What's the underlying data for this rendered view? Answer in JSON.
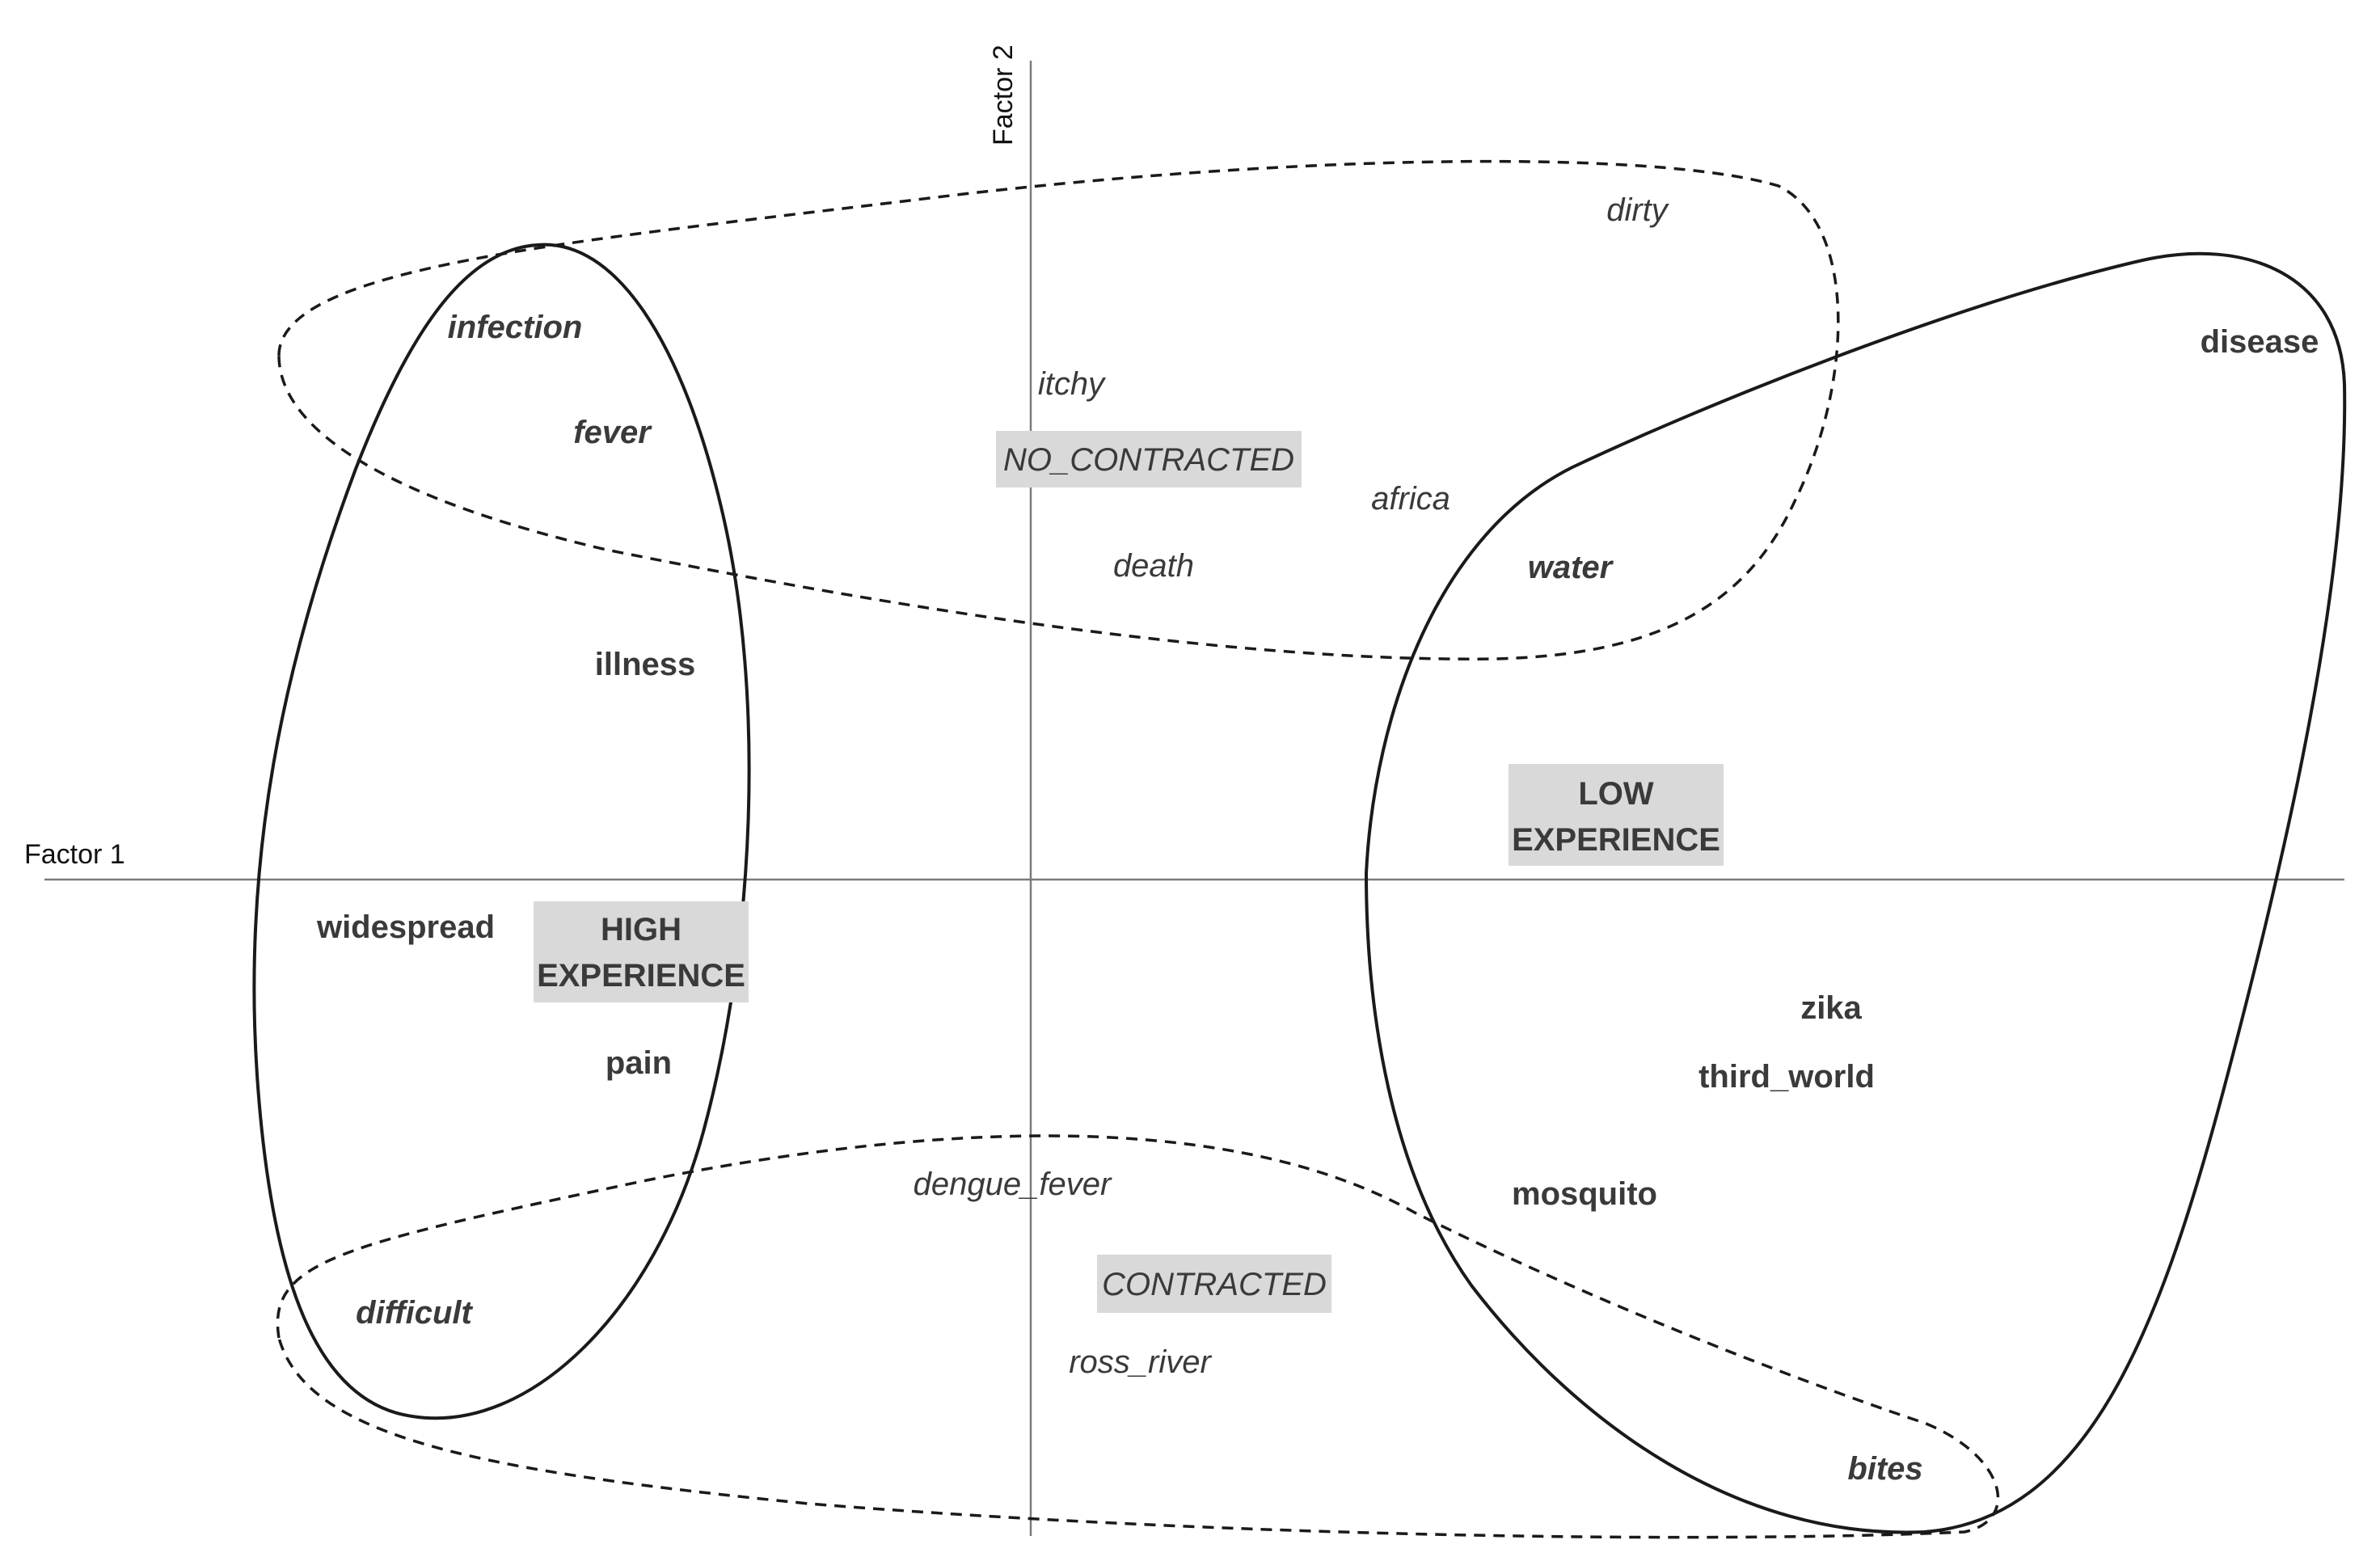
{
  "axes": {
    "factor1_label": "Factor 1",
    "factor2_label": "Factor 2"
  },
  "groups": {
    "no_contracted": "NO_CONTRACTED",
    "contracted": "CONTRACTED",
    "high_experience_line1": "HIGH",
    "high_experience_line2": "EXPERIENCE",
    "low_experience_line1": "LOW",
    "low_experience_line2": "EXPERIENCE"
  },
  "words": {
    "infection": "infection",
    "fever": "fever",
    "illness": "illness",
    "widespread": "widespread",
    "pain": "pain",
    "difficult": "difficult",
    "itchy": "itchy",
    "death": "death",
    "dirty": "dirty",
    "africa": "africa",
    "water": "water",
    "disease": "disease",
    "zika": "zika",
    "third_world": "third_world",
    "mosquito": "mosquito",
    "dengue_fever": "dengue_fever",
    "ross_river": "ross_river",
    "bites": "bites"
  },
  "colors": {
    "label_box": "#d9d9d9",
    "axis": "#7a7a7a",
    "outline": "#1a1a1a",
    "text": "#3a3a3a"
  }
}
